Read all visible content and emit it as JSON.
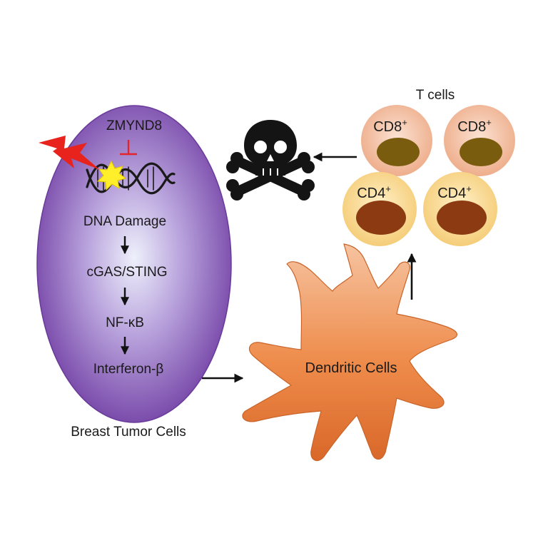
{
  "tumor_cell": {
    "regulator": "ZMYND8",
    "pathway": [
      "DNA Damage",
      "cGAS/STING",
      "NF-κB",
      "Interferon-β"
    ],
    "caption": "Breast Tumor Cells",
    "fill_color": "#7e4fb0"
  },
  "dendritic_cell": {
    "label": "Dendritic Cells",
    "fill_color": "#ec8a49"
  },
  "t_cells": {
    "title": "T cells",
    "cells": [
      {
        "label": "CD8",
        "sup": "+"
      },
      {
        "label": "CD8",
        "sup": "+"
      },
      {
        "label": "CD4",
        "sup": "+"
      },
      {
        "label": "CD4",
        "sup": "+"
      }
    ],
    "cd8_color": "#f2b99b",
    "cd4_color": "#f9d98f"
  },
  "icons": [
    "lightning-icon",
    "dna-damage-star-icon",
    "dna-helix-icon",
    "skull-crossbones-icon"
  ]
}
